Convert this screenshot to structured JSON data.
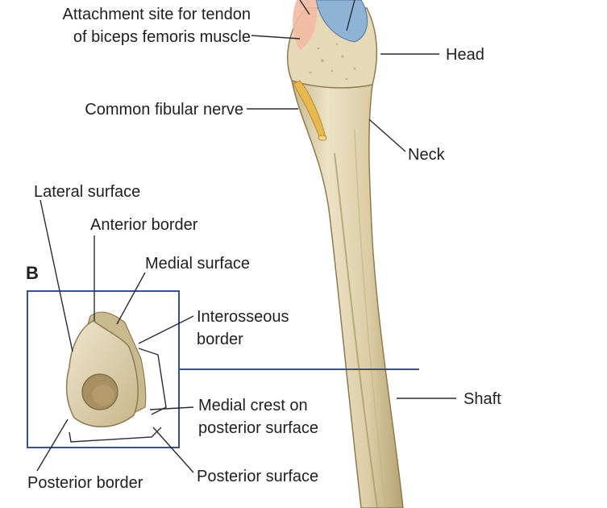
{
  "figure": {
    "panel_letter": "B",
    "labels": {
      "attachment_line1": "Attachment site for tendon",
      "attachment_line2": "of biceps femoris muscle",
      "head": "Head",
      "common_fibular_nerve": "Common fibular nerve",
      "neck": "Neck",
      "lateral_surface": "Lateral surface",
      "anterior_border": "Anterior border",
      "medial_surface": "Medial surface",
      "interosseous_line1": "Interosseous",
      "interosseous_line2": "border",
      "shaft": "Shaft",
      "medial_crest_line1": "Medial crest on",
      "medial_crest_line2": "posterior surface",
      "posterior_surface": "Posterior surface",
      "posterior_border": "Posterior border"
    },
    "colors": {
      "bone": "#e6d9b8",
      "bone_shadow": "#c9b98e",
      "bone_outline": "#8c7b52",
      "articular_facet": "#8fb3d4",
      "tendon_attachment": "#f2b9a2",
      "nerve": "#e8b850",
      "section_frame": "#3a4f96",
      "marrow": "#a88f62"
    }
  }
}
